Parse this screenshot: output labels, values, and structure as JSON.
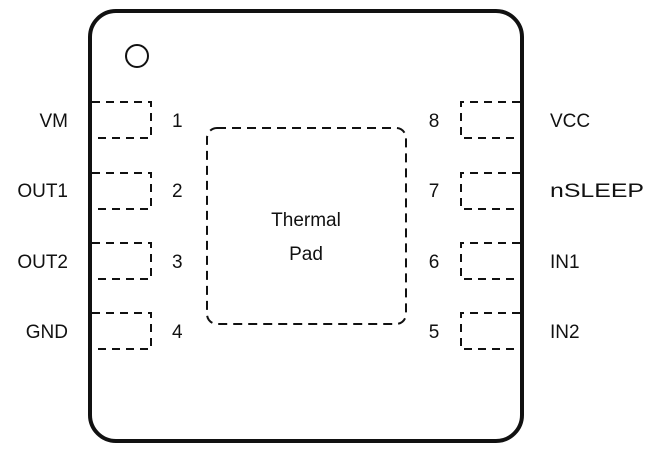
{
  "package": {
    "pin1_marker": "circle",
    "thermal_pad": {
      "line1": "Thermal",
      "line2": "Pad"
    }
  },
  "pins": [
    {
      "number": "1",
      "name": "VM"
    },
    {
      "number": "2",
      "name": "OUT1"
    },
    {
      "number": "3",
      "name": "OUT2"
    },
    {
      "number": "4",
      "name": "GND"
    },
    {
      "number": "5",
      "name": "IN2"
    },
    {
      "number": "6",
      "name": "IN1"
    },
    {
      "number": "7",
      "name": "nSLEEP"
    },
    {
      "number": "8",
      "name": "VCC"
    }
  ],
  "colors": {
    "outline": "#111111",
    "background": "#ffffff"
  }
}
